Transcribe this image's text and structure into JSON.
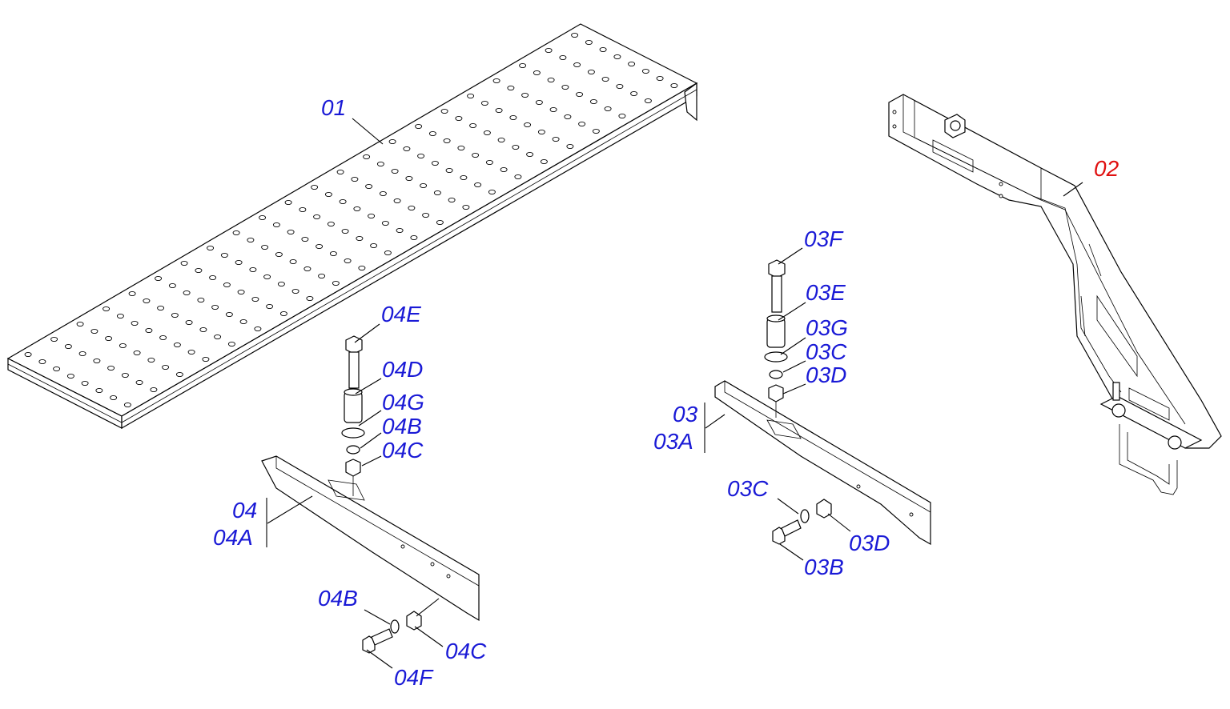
{
  "colors": {
    "label": "#1a1ad6",
    "highlight": "#e01010",
    "line": "#000000",
    "background": "#ffffff"
  },
  "labels": {
    "p01": "01",
    "p02": "02",
    "p03": "03",
    "p03a": "03A",
    "p03b": "03B",
    "p03c_top": "03C",
    "p03c_bottom": "03C",
    "p03d_top": "03D",
    "p03d_bottom": "03D",
    "p03e": "03E",
    "p03f": "03F",
    "p03g": "03G",
    "p04": "04",
    "p04a": "04A",
    "p04b_top": "04B",
    "p04b_bottom": "04B",
    "p04c_top": "04C",
    "p04c_bottom": "04C",
    "p04d": "04D",
    "p04e": "04E",
    "p04f": "04F",
    "p04g": "04G"
  }
}
